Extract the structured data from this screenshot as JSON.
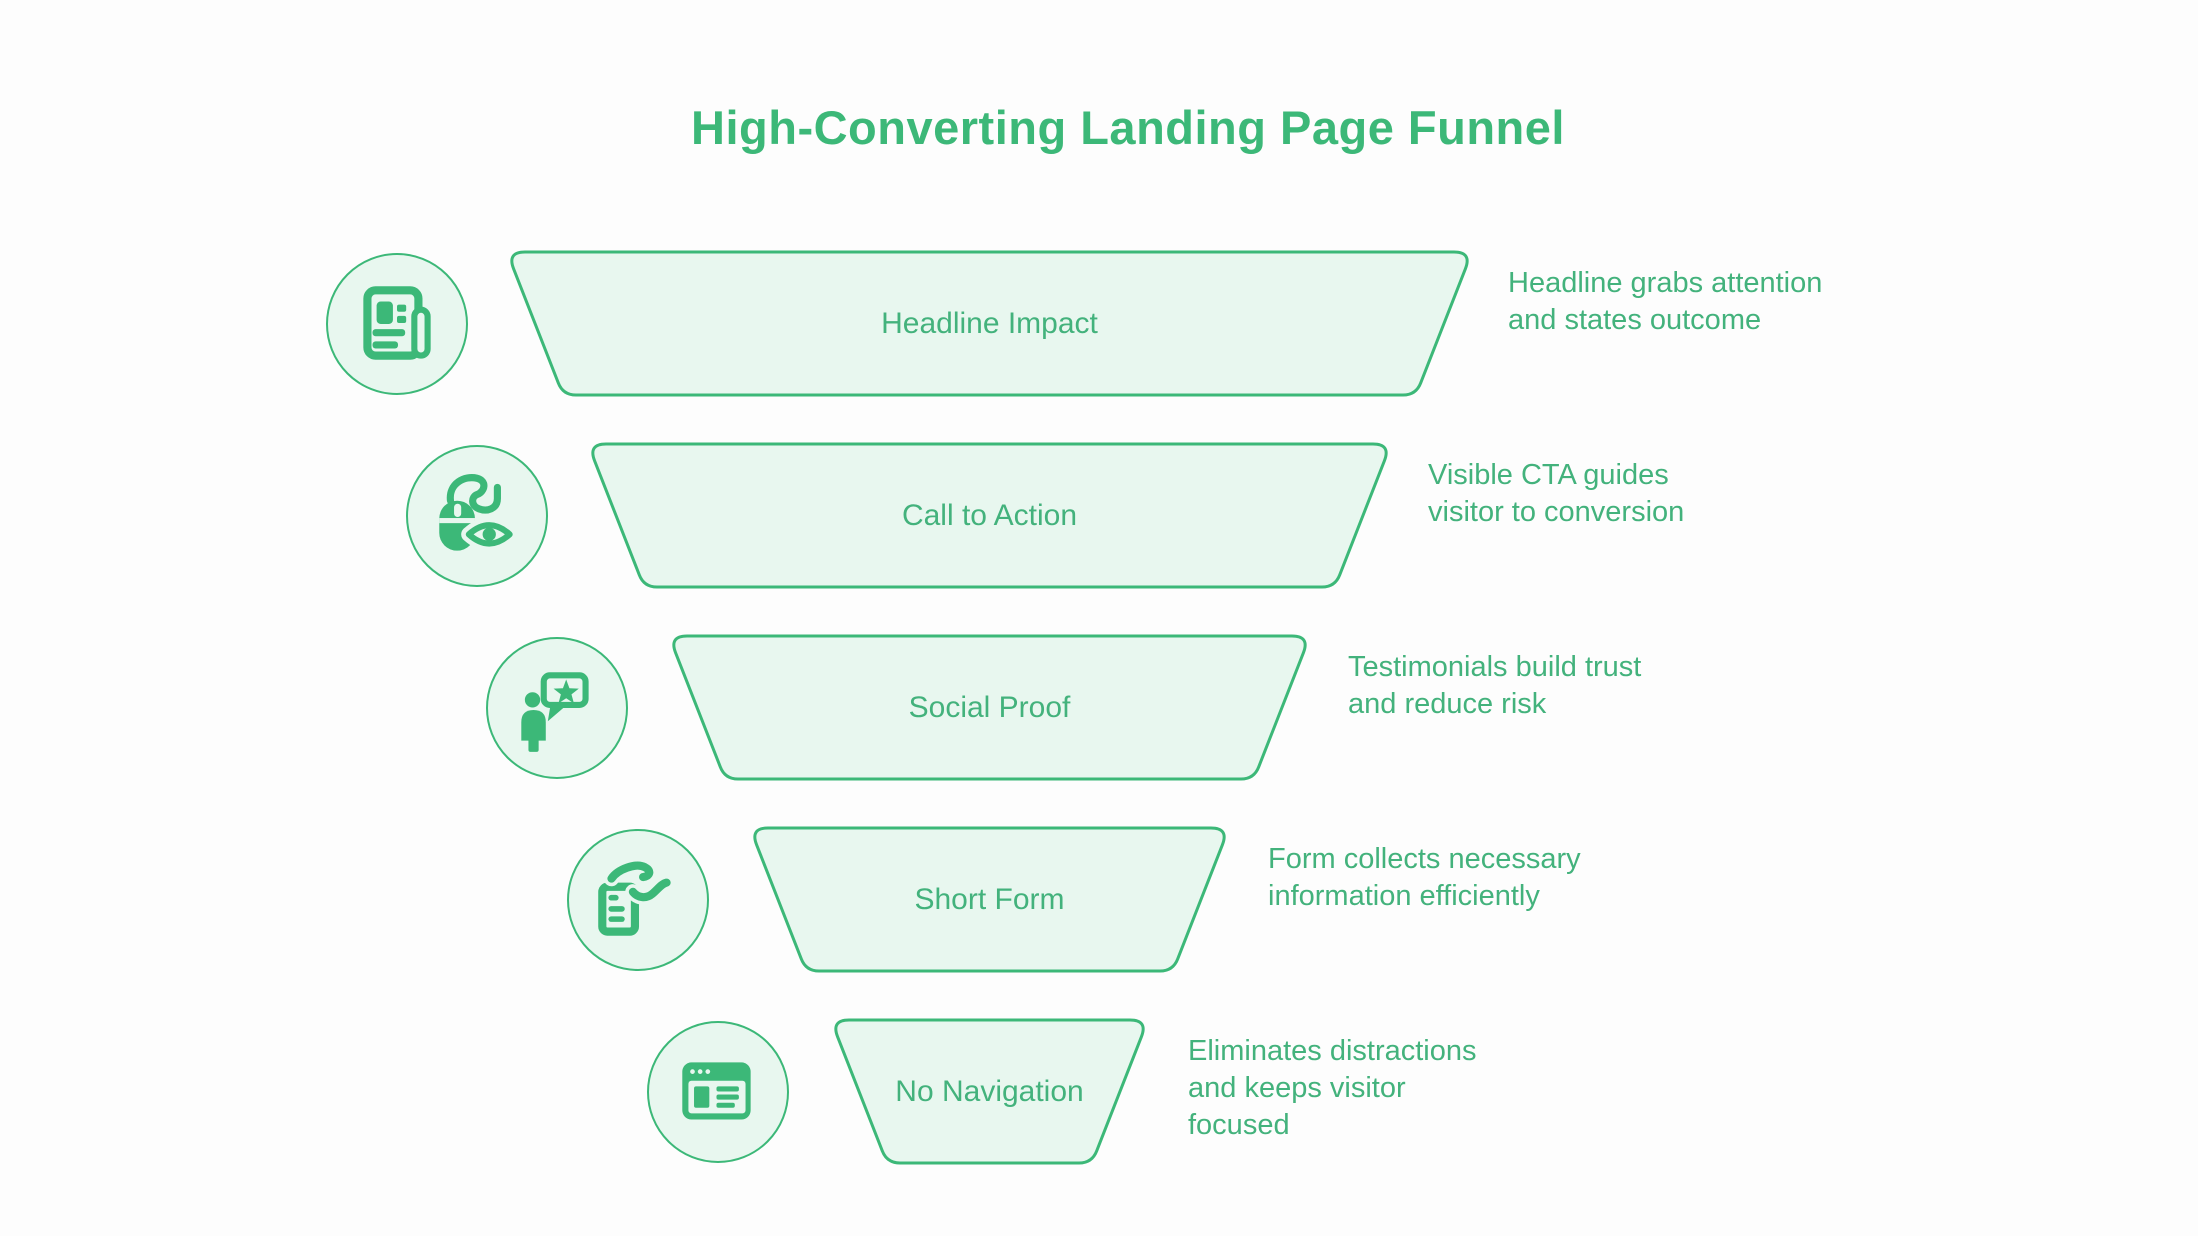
{
  "page": {
    "title": "High-Converting Landing Page Funnel"
  },
  "colors": {
    "accent": "#3cb878",
    "fill": "#e8f7ef",
    "text": "#43b27c"
  },
  "funnel": {
    "rows": [
      {
        "label": "Headline Impact",
        "icon": "newspaper-icon",
        "desc_lines": [
          "Headline grabs attention",
          "and states outcome"
        ]
      },
      {
        "label": "Call to Action",
        "icon": "mouse-click-eye-icon",
        "desc_lines": [
          "Visible CTA guides",
          "visitor to conversion"
        ]
      },
      {
        "label": "Social Proof",
        "icon": "testimonial-speech-star-icon",
        "desc_lines": [
          "Testimonials build trust",
          "and reduce risk"
        ]
      },
      {
        "label": "Short Form",
        "icon": "form-filling-hand-icon",
        "desc_lines": [
          "Form collects necessary",
          "information efficiently"
        ]
      },
      {
        "label": "No Navigation",
        "icon": "browser-window-icon",
        "desc_lines": [
          "Eliminates distractions",
          "and keeps visitor",
          "focused"
        ]
      }
    ]
  }
}
